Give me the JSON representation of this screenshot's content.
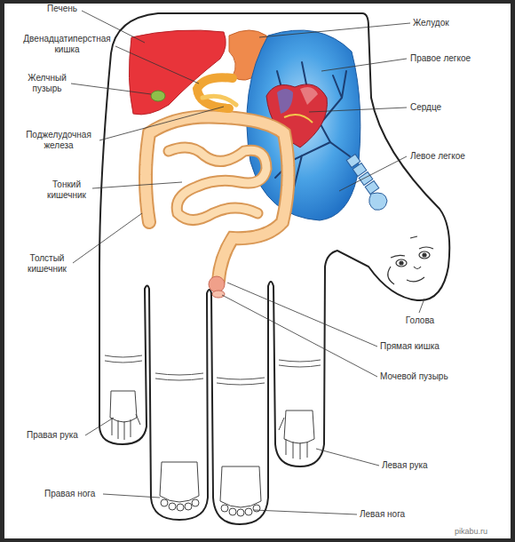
{
  "diagram": {
    "labels": [
      "Печень",
      "Двенадцатиперстная кишка",
      "Желчный пузырь",
      "Поджелудочная железа",
      "Тонкий кишечник",
      "Толстый кишечник",
      "Желудок",
      "Правое легкое",
      "Сердце",
      "Левое легкое",
      "Голова",
      "Прямая кишка",
      "Мочевой пузырь",
      "Правая рука",
      "Правая нога",
      "Левая рука",
      "Левая нога",
      "pikabu.ru"
    ]
  }
}
